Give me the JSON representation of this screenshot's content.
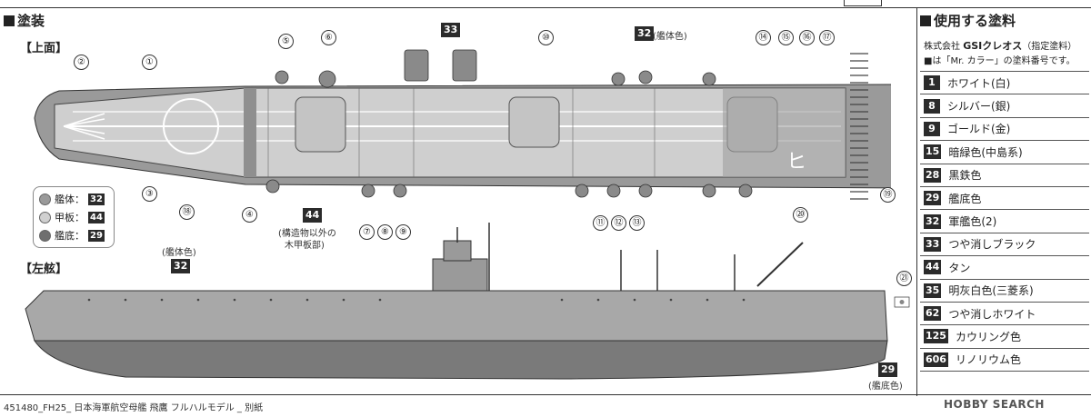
{
  "header": {
    "title": "塗装"
  },
  "sections": {
    "top_view": "【上面】",
    "side_view": "【左舷】"
  },
  "top_labels": {
    "paint33": "33",
    "paint32": "32",
    "paint32_note": "(艦体色)",
    "paint44": "44",
    "paint44_note_1": "(構造物以外の",
    "paint44_note_2": "木甲板部)"
  },
  "callouts": [
    "①",
    "②",
    "③",
    "④",
    "⑤",
    "⑥",
    "⑦",
    "⑧",
    "⑨",
    "⑩",
    "⑪",
    "⑫",
    "⑬",
    "⑭",
    "⑮",
    "⑯",
    "⑰",
    "⑱",
    "⑲",
    "⑳",
    "㉑"
  ],
  "legend": [
    {
      "label": "艦体：",
      "num": "32",
      "color": "#9a9a9a"
    },
    {
      "label": "甲板：",
      "num": "44",
      "color": "#d0d0d0"
    },
    {
      "label": "艦底：",
      "num": "29",
      "color": "#6f6f6f"
    }
  ],
  "side_labels": {
    "hull_note": "(艦体色)",
    "hull_num": "32",
    "bottom_num": "29",
    "bottom_note": "(艦底色)"
  },
  "panel": {
    "title": "使用する塗料",
    "maker": "株式会社",
    "maker_brand": "GSIクレオス",
    "maker_suffix": "（指定塗料）",
    "note": "■は「Mr. カラー」の塗料番号です。",
    "paints": [
      {
        "num": "1",
        "label": "ホワイト(白)"
      },
      {
        "num": "8",
        "label": "シルバー(銀)"
      },
      {
        "num": "9",
        "label": "ゴールド(金)"
      },
      {
        "num": "15",
        "label": "暗緑色(中島系)"
      },
      {
        "num": "28",
        "label": "黒鉄色"
      },
      {
        "num": "29",
        "label": "艦底色"
      },
      {
        "num": "32",
        "label": "軍艦色(2)"
      },
      {
        "num": "33",
        "label": "つや消しブラック"
      },
      {
        "num": "44",
        "label": "タン"
      },
      {
        "num": "35",
        "label": "明灰白色(三菱系)"
      },
      {
        "num": "62",
        "label": "つや消しホワイト"
      },
      {
        "num": "125",
        "label": "カウリング色"
      },
      {
        "num": "606",
        "label": "リノリウム色"
      }
    ]
  },
  "footer": "451480_FH25_ 日本海軍航空母艦 飛鷹 フルハルモデル _ 別紙",
  "watermark": "HOBBY SEARCH"
}
